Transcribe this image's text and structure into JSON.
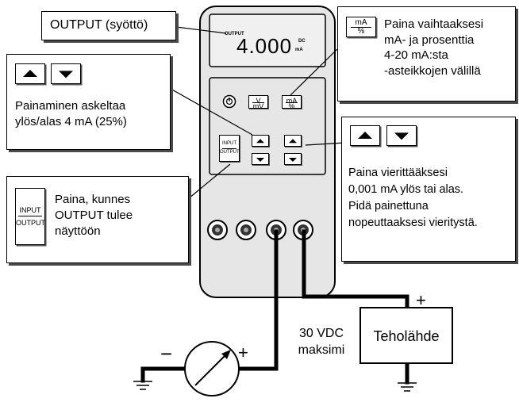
{
  "callouts": {
    "output": "OUTPUT (syöttö)",
    "ma_percent": "Paina vaihtaaksesi\nmA- ja prosenttia\n4-20 mA:sta\n-asteikkojen välillä",
    "step": "Painaminen askeltaa\nylös/alas 4 mA (25%)",
    "fine": "Paina vierittääksesi\n0,001 mA ylös tai alas.\nPidä painettuna\nnopeuttaaksesi vieritystä.",
    "input_output": "Paina, kunnes\nOUTPUT tulee\nnäyttöön"
  },
  "keys": {
    "ma_top": "mA",
    "ma_bottom": "%",
    "v_top": "V",
    "v_bottom": "mV",
    "input": "INPUT",
    "output": "OUTPUT"
  },
  "display": {
    "mode": "OUTPUT",
    "reading": "4.000",
    "unit": "mA",
    "dc": "DC"
  },
  "circuit": {
    "supply": "Teholähde",
    "voltage": "30 VDC",
    "max": "maksimi",
    "plus": "+",
    "minus": "−"
  },
  "colors": {
    "panel": "#e6e6e6",
    "display": "#f0f0f0",
    "ink": "#000000",
    "shadow": "#4a4a4a"
  }
}
